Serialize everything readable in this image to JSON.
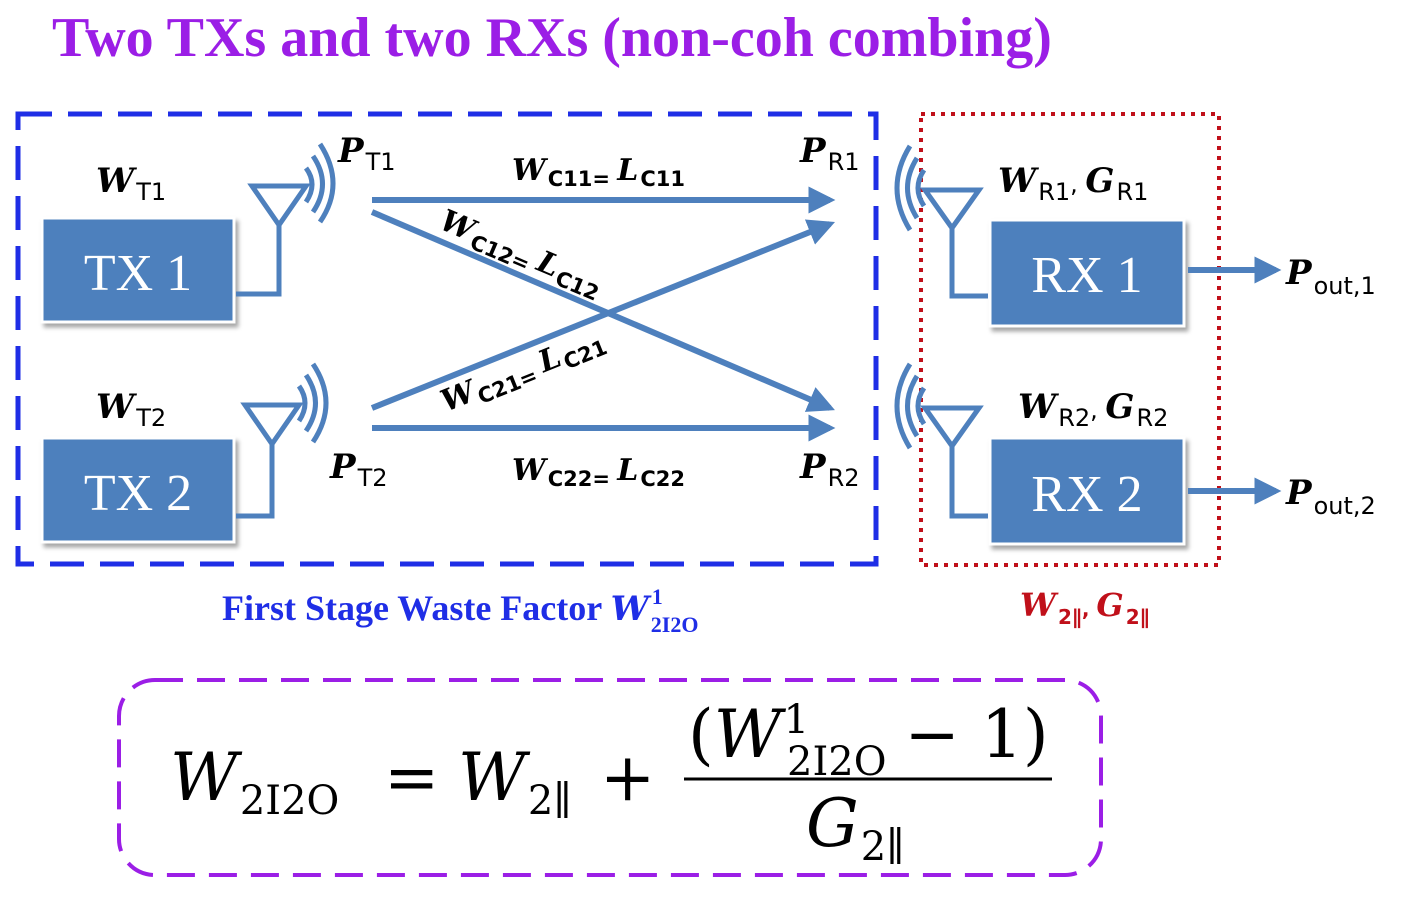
{
  "title": "Two TXs and two RXs (non-coh combing)",
  "colors": {
    "title": "#9b1ee6",
    "box_fill": "#4e80bd",
    "link": "#4e80bd",
    "stage1_border": "#1f2ee6",
    "stage2_border": "#c0101a",
    "equation_border": "#9b1ee6"
  },
  "tx": [
    {
      "label": "TX 1",
      "w_sym": "W",
      "w_sub": "T1",
      "p_sym": "P",
      "p_sub": "T1"
    },
    {
      "label": "TX 2",
      "w_sym": "W",
      "w_sub": "T2",
      "p_sym": "P",
      "p_sub": "T2"
    }
  ],
  "rx": [
    {
      "label": "RX 1",
      "w_sym": "W",
      "w_sub": "R1",
      "g_sym": "G",
      "g_sub": "R1",
      "p_sym": "P",
      "p_sub": "R1",
      "out_sym": "P",
      "out_sub": "out,1"
    },
    {
      "label": "RX 2",
      "w_sym": "W",
      "w_sub": "R2",
      "g_sym": "G",
      "g_sub": "R2",
      "p_sym": "P",
      "p_sub": "R2",
      "out_sym": "P",
      "out_sub": "out,2"
    }
  ],
  "links": [
    {
      "w_sym": "W",
      "w_sub": "C11",
      "eq": "= ",
      "l_sym": "L",
      "l_sub": "C11"
    },
    {
      "w_sym": "W",
      "w_sub": "C12",
      "eq": "= ",
      "l_sym": "L",
      "l_sub": "C12"
    },
    {
      "w_sym": "W",
      "w_sub": "C21",
      "eq": "= ",
      "l_sym": "L",
      "l_sub": "C21"
    },
    {
      "w_sym": "W",
      "w_sub": "C22",
      "eq": "= ",
      "l_sym": "L",
      "l_sub": "C22"
    }
  ],
  "stage1": {
    "text": "First Stage Waste Factor ",
    "sym": "W",
    "sup": "1",
    "sub": "2I2O"
  },
  "stage2": {
    "w_sym": "W",
    "w_sub": "2∥",
    "sep": ", ",
    "g_sym": "G",
    "g_sub": "2∥"
  },
  "equation": {
    "lhs_sym": "W",
    "lhs_sub": "2I2O",
    "equals": "=",
    "t1_sym": "W",
    "t1_sub": "2∥",
    "plus": "+",
    "num_open": "(",
    "num_sym": "W",
    "num_sup": "1",
    "num_sub": "2I2O",
    "num_minus": "− 1",
    "num_close": ")",
    "den_sym": "G",
    "den_sub": "2∥"
  }
}
